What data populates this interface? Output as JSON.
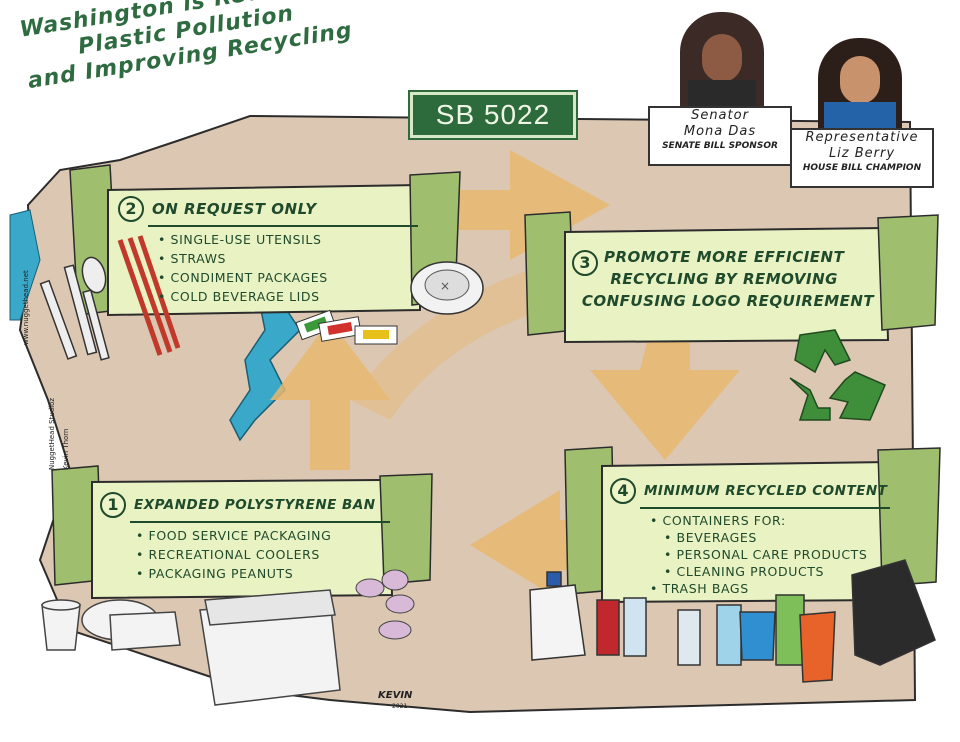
{
  "title": {
    "line1": "Washington is Reducing",
    "line2": "Plastic Pollution",
    "line3": "and Improving Recycling"
  },
  "bill": "SB 5022",
  "people": [
    {
      "name_line1": "Senator",
      "name_line2": "Mona Das",
      "role": "SENATE BILL SPONSOR"
    },
    {
      "name_line1": "Representative",
      "name_line2": "Liz Berry",
      "role": "HOUSE BILL CHAMPION"
    }
  ],
  "steps": {
    "s1": {
      "number": "1",
      "title": "Expanded Polystyrene Ban",
      "items": [
        "Food Service Packaging",
        "Recreational Coolers",
        "Packaging Peanuts"
      ]
    },
    "s2": {
      "number": "2",
      "title": "On Request Only",
      "items": [
        "Single-Use Utensils",
        "Straws",
        "Condiment Packages",
        "Cold Beverage Lids"
      ]
    },
    "s3": {
      "number": "3",
      "line1": "Promote More Efficient",
      "line2": "Recycling by Removing",
      "line3": "Confusing Logo Requirement"
    },
    "s4": {
      "number": "4",
      "title": "Minimum Recycled Content",
      "containers": "Containers for:",
      "items": [
        "Beverages",
        "Personal Care Products",
        "Cleaning Products"
      ],
      "last": "Trash Bags"
    }
  },
  "credits": {
    "studio": "NuggetHead Studioz",
    "artist": "Kevin Thorn",
    "site": "www.nuggethead.net",
    "signature": "Kevin",
    "year": "2021"
  },
  "colors": {
    "map": "#dcc7b2",
    "arrow": "#e8b86e",
    "banner": "#e9f2c2",
    "banner_fold": "#9fbf6f",
    "text": "#1f4a2c",
    "water": "#3aa9c9",
    "recycle": "#3f8f3a"
  }
}
